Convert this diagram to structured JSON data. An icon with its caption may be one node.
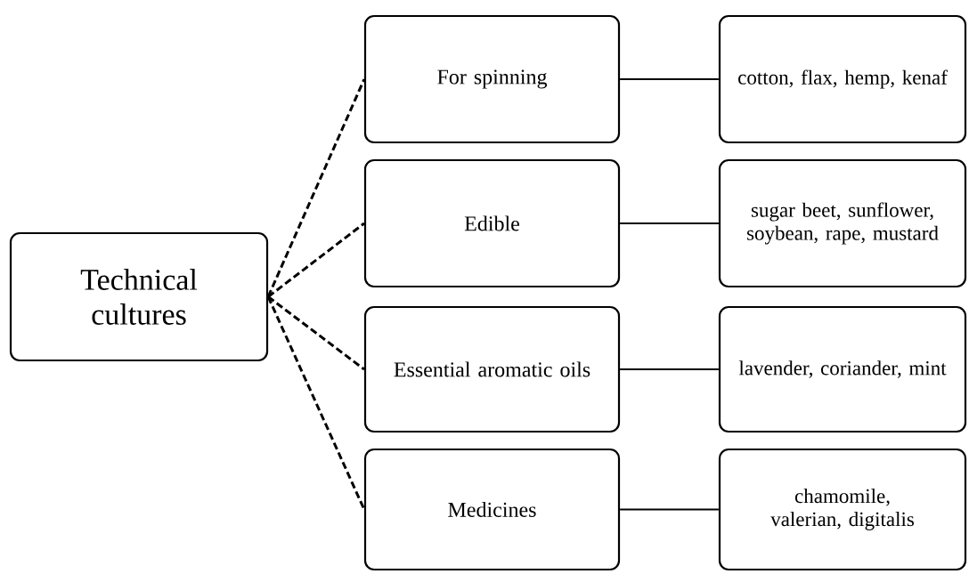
{
  "diagram": {
    "nodes": [
      {
        "text": [
          "Technical cultures"
        ]
      },
      {
        "text": [
          "For spinning"
        ]
      },
      {
        "text": [
          "Edible"
        ]
      },
      {
        "text": [
          "Essential aromatic oils"
        ]
      },
      {
        "text": [
          "Medicines"
        ]
      },
      {
        "text": [
          "cotton, flax, hemp, kenaf"
        ]
      },
      {
        "text": [
          "sugar beet, sunflower, soybean, rape, mustard"
        ]
      },
      {
        "text": [
          "lavender, coriander, mint"
        ]
      },
      {
        "text": [
          "chamomile, valerian, digitalis"
        ]
      }
    ],
    "edges": [
      {
        "from": 0,
        "to": 1,
        "arrow": "none",
        "style": "dashed"
      },
      {
        "from": 0,
        "to": 2,
        "arrow": "none",
        "style": "dashed"
      },
      {
        "from": 0,
        "to": 3,
        "arrow": "none",
        "style": "dashed"
      },
      {
        "from": 0,
        "to": 4,
        "arrow": "none",
        "style": "dashed"
      },
      {
        "from": 1,
        "to": 5,
        "arrow": "none"
      },
      {
        "from": 2,
        "to": 6,
        "arrow": "none"
      },
      {
        "from": 3,
        "to": 7,
        "arrow": "none"
      },
      {
        "from": 4,
        "to": 8,
        "arrow": "none"
      }
    ]
  }
}
